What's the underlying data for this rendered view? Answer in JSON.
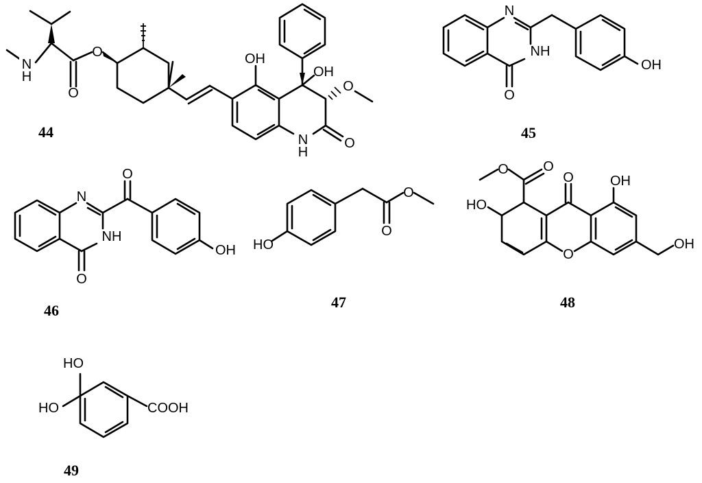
{
  "compounds": [
    {
      "id": "c44",
      "number": "44",
      "atoms": {
        "nh": "N\nH",
        "ester_o": "O",
        "carbonyl_o": "O",
        "oh1": "OH",
        "oh2": "OH",
        "ome_o": "O",
        "lactam_o": "O",
        "lactam_nh": "N\nH"
      }
    },
    {
      "id": "c45",
      "number": "45",
      "atoms": {
        "n1": "N",
        "nh": "NH",
        "o": "O",
        "oh": "OH"
      }
    },
    {
      "id": "c46",
      "number": "46",
      "atoms": {
        "n1": "N",
        "nh": "NH",
        "o4": "O",
        "ketone_o": "O",
        "oh": "OH"
      }
    },
    {
      "id": "c47",
      "number": "47",
      "atoms": {
        "ho": "HO",
        "carbonyl_o": "O",
        "ester_o": "O"
      }
    },
    {
      "id": "c48",
      "number": "48",
      "atoms": {
        "ester_o": "O",
        "carbonyl_o": "O",
        "ketone_o": "O",
        "oh_top": "OH",
        "ho_left": "HO",
        "ring_o": "O",
        "oh_ch2": "OH"
      }
    },
    {
      "id": "c49",
      "number": "49",
      "atoms": {
        "ho_top": "HO",
        "ho_left": "HO",
        "cooh": "COOH"
      }
    }
  ]
}
